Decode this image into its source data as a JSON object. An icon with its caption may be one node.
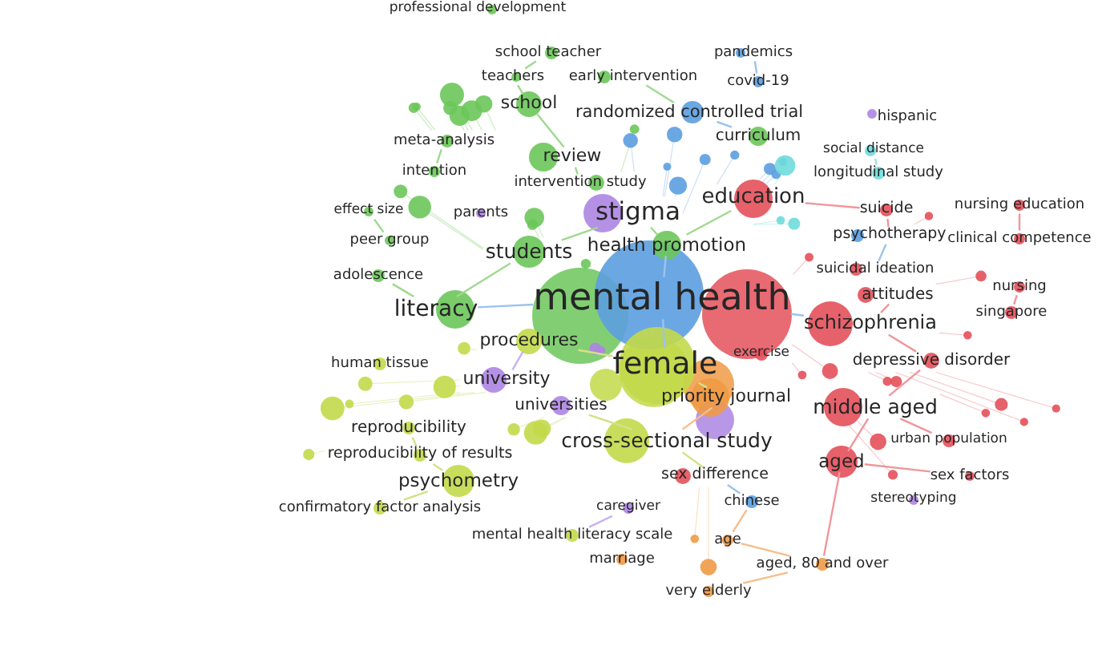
{
  "diagram": {
    "nodes": [
      {
        "text": [
          "professional development"
        ]
      },
      {
        "text": [
          "school teacher"
        ]
      },
      {
        "text": [
          "pandemics"
        ]
      },
      {
        "text": [
          "teachers"
        ]
      },
      {
        "text": [
          "early intervention"
        ]
      },
      {
        "text": [
          "covid-19"
        ]
      },
      {
        "text": [
          "school"
        ]
      },
      {
        "text": [
          "randomized controlled trial"
        ]
      },
      {
        "text": [
          "hispanic"
        ]
      },
      {
        "text": [
          "curriculum"
        ]
      },
      {
        "text": [
          "meta-analysis"
        ]
      },
      {
        "text": [
          "social distance"
        ]
      },
      {
        "text": [
          "review"
        ]
      },
      {
        "text": [
          "intention"
        ]
      },
      {
        "text": [
          "longitudinal study"
        ]
      },
      {
        "text": [
          "intervention study"
        ]
      },
      {
        "text": [
          "education"
        ]
      },
      {
        "text": [
          "nursing education"
        ]
      },
      {
        "text": [
          "suicide"
        ]
      },
      {
        "text": [
          "effect size"
        ]
      },
      {
        "text": [
          "parents"
        ]
      },
      {
        "text": [
          "stigma"
        ]
      },
      {
        "text": [
          "psychotherapy"
        ]
      },
      {
        "text": [
          "clinical competence"
        ]
      },
      {
        "text": [
          "peer group"
        ]
      },
      {
        "text": [
          "health promotion"
        ]
      },
      {
        "text": [
          "students"
        ]
      },
      {
        "text": [
          "suicidal ideation"
        ]
      },
      {
        "text": [
          "adolescence"
        ]
      },
      {
        "text": [
          "nursing"
        ]
      },
      {
        "text": [
          "mental health"
        ]
      },
      {
        "text": [
          "attitudes"
        ]
      },
      {
        "text": [
          "literacy"
        ]
      },
      {
        "text": [
          "singapore"
        ]
      },
      {
        "text": [
          "schizophrenia"
        ]
      },
      {
        "text": [
          "procedures"
        ]
      },
      {
        "text": [
          "exercise"
        ]
      },
      {
        "text": [
          "depressive disorder"
        ]
      },
      {
        "text": [
          "human tissue"
        ]
      },
      {
        "text": [
          "female"
        ]
      },
      {
        "text": [
          "university"
        ]
      },
      {
        "text": [
          "priority journal"
        ]
      },
      {
        "text": [
          "universities"
        ]
      },
      {
        "text": [
          "middle aged"
        ]
      },
      {
        "text": [
          "reproducibility"
        ]
      },
      {
        "text": [
          "cross-sectional study"
        ]
      },
      {
        "text": [
          "urban population"
        ]
      },
      {
        "text": [
          "reproducibility of results"
        ]
      },
      {
        "text": [
          "aged"
        ]
      },
      {
        "text": [
          "sex difference"
        ]
      },
      {
        "text": [
          "sex factors"
        ]
      },
      {
        "text": [
          "psychometry"
        ]
      },
      {
        "text": [
          "stereotyping"
        ]
      },
      {
        "text": [
          "chinese"
        ]
      },
      {
        "text": [
          "confirmatory factor analysis"
        ]
      },
      {
        "text": [
          "caregiver"
        ]
      },
      {
        "text": [
          "mental health literacy scale"
        ]
      },
      {
        "text": [
          "age"
        ]
      },
      {
        "text": [
          "marriage"
        ]
      },
      {
        "text": [
          "aged, 80 and over"
        ]
      },
      {
        "text": [
          "very elderly"
        ]
      }
    ],
    "edges": [
      {
        "from": 30,
        "to": 25,
        "arrow": "none",
        "color": "#9cc3ee"
      },
      {
        "from": 25,
        "to": 21,
        "arrow": "none"
      },
      {
        "from": 25,
        "to": 16,
        "arrow": "none"
      },
      {
        "from": 30,
        "to": 32,
        "arrow": "none",
        "color": "#9cc3ee"
      },
      {
        "from": 32,
        "to": 26,
        "arrow": "none"
      },
      {
        "from": 32,
        "to": 28,
        "arrow": "none"
      },
      {
        "from": 26,
        "to": 21,
        "arrow": "none"
      },
      {
        "from": 30,
        "to": 39,
        "arrow": "none",
        "color": "#9cc3ee"
      },
      {
        "from": 39,
        "to": 41,
        "arrow": "none",
        "color": "#d3e287"
      },
      {
        "from": 39,
        "to": 35,
        "arrow": "none",
        "color": "#d3e287"
      },
      {
        "from": 30,
        "to": 34,
        "arrow": "none",
        "color": "#9cc3ee"
      },
      {
        "from": 34,
        "to": 37,
        "arrow": "none",
        "color": "#f0969c"
      },
      {
        "from": 34,
        "to": 31,
        "arrow": "none",
        "color": "#f0969c"
      },
      {
        "from": 37,
        "to": 43,
        "arrow": "none",
        "color": "#f0969c"
      },
      {
        "from": 43,
        "to": 48,
        "arrow": "none",
        "color": "#f0969c"
      },
      {
        "from": 43,
        "to": 46,
        "arrow": "none",
        "color": "#f0969c"
      },
      {
        "from": 48,
        "to": 50,
        "arrow": "none",
        "color": "#f0969c"
      },
      {
        "from": 45,
        "to": 42,
        "arrow": "none",
        "color": "#d3e287"
      },
      {
        "from": 40,
        "to": 35,
        "arrow": "none",
        "color": "#c9b0ee"
      },
      {
        "from": 51,
        "to": 47,
        "arrow": "none",
        "color": "#d3e287"
      },
      {
        "from": 47,
        "to": 44,
        "arrow": "none",
        "color": "#d3e287"
      },
      {
        "from": 51,
        "to": 54,
        "arrow": "none",
        "color": "#d3e287"
      },
      {
        "from": 6,
        "to": 12,
        "arrow": "none"
      },
      {
        "from": 12,
        "to": 15,
        "arrow": "none"
      },
      {
        "from": 7,
        "to": 9,
        "arrow": "none",
        "color": "#9cc3ee"
      },
      {
        "from": 6,
        "to": 3,
        "arrow": "none"
      },
      {
        "from": 3,
        "to": 1,
        "arrow": "none"
      },
      {
        "from": 16,
        "to": 18,
        "arrow": "none",
        "color": "#f0969c"
      },
      {
        "from": 18,
        "to": 22,
        "arrow": "none",
        "color": "#f0969c"
      },
      {
        "from": 22,
        "to": 27,
        "arrow": "none",
        "color": "#9cc3ee"
      },
      {
        "from": 48,
        "to": 59,
        "arrow": "none",
        "color": "#f0969c"
      },
      {
        "from": 57,
        "to": 59,
        "arrow": "none",
        "color": "#f5bd8a"
      },
      {
        "from": 59,
        "to": 60,
        "arrow": "none",
        "color": "#f5bd8a"
      },
      {
        "from": 57,
        "to": 53,
        "arrow": "none",
        "color": "#f5bd8a"
      },
      {
        "from": 45,
        "to": 49,
        "arrow": "none",
        "color": "#d3e287"
      },
      {
        "from": 5,
        "to": 2,
        "arrow": "none",
        "color": "#9cc3ee"
      },
      {
        "from": 11,
        "to": 14,
        "arrow": "none",
        "color": "#9fe3e3"
      },
      {
        "from": 17,
        "to": 23,
        "arrow": "none",
        "color": "#f0969c"
      },
      {
        "from": 29,
        "to": 33,
        "arrow": "none",
        "color": "#f0969c"
      },
      {
        "from": 55,
        "to": 56,
        "arrow": "none",
        "color": "#c9b0ee"
      },
      {
        "from": 19,
        "to": 24,
        "arrow": "none"
      },
      {
        "from": 10,
        "to": 13,
        "arrow": "none"
      },
      {
        "from": 53,
        "to": 49,
        "arrow": "none",
        "color": "#9cc3ee"
      },
      {
        "from": 41,
        "to": 45,
        "arrow": "none",
        "color": "#f5bd8a"
      },
      {
        "from": 4,
        "to": 7,
        "arrow": "none"
      }
    ]
  }
}
